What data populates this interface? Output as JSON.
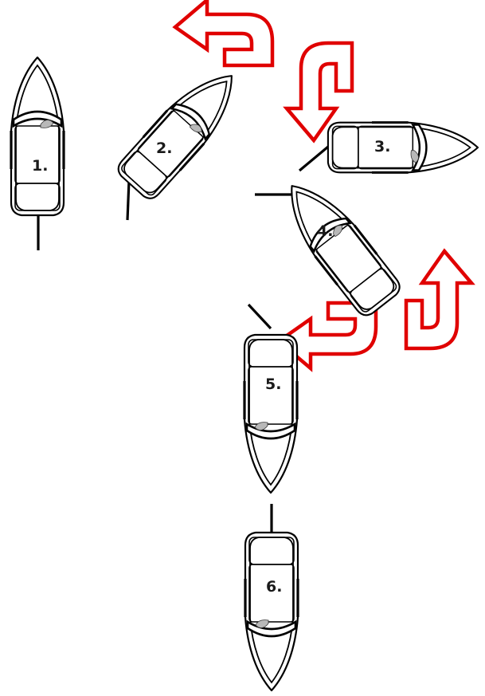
{
  "colors": {
    "arrow_stroke": "#e00000",
    "boat_outline": "#000000",
    "seat_fill": "#b8b8b8",
    "background": "#ffffff"
  },
  "boats": [
    {
      "label": "1."
    },
    {
      "label": "2."
    },
    {
      "label": "3."
    },
    {
      "label": "4."
    },
    {
      "label": "5."
    },
    {
      "label": "6."
    }
  ],
  "arrows": [
    {
      "icon": "u-turn-arrow-icon",
      "meaning": ""
    },
    {
      "icon": "u-turn-arrow-icon",
      "meaning": ""
    },
    {
      "icon": "u-turn-arrow-icon",
      "meaning": ""
    },
    {
      "icon": "u-turn-arrow-icon",
      "meaning": ""
    }
  ]
}
